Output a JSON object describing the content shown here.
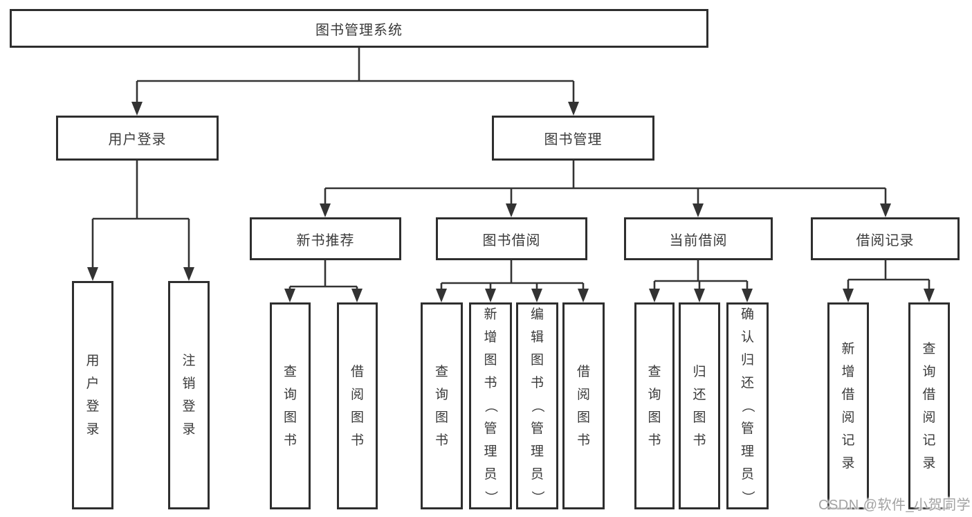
{
  "diagram": {
    "type": "hierarchy-tree",
    "title": "图书管理系统",
    "watermark": "CSDN @软件_小贺同学",
    "colors": {
      "line": "#333333",
      "box_border": "#2e2e2e",
      "text": "#3a3a3a",
      "background": "#ffffff",
      "watermark_text": "#a2a2a2"
    },
    "tree": {
      "label": "图书管理系统",
      "children": [
        {
          "label": "用户登录",
          "children": [
            {
              "label": "用户登录"
            },
            {
              "label": "注销登录"
            }
          ]
        },
        {
          "label": "图书管理",
          "children": [
            {
              "label": "新书推荐",
              "children": [
                {
                  "label": "查询图书"
                },
                {
                  "label": "借阅图书"
                }
              ]
            },
            {
              "label": "图书借阅",
              "children": [
                {
                  "label": "查询图书"
                },
                {
                  "label": "新增图书（管理员）"
                },
                {
                  "label": "编辑图书（管理员）"
                },
                {
                  "label": "借阅图书"
                }
              ]
            },
            {
              "label": "当前借阅",
              "children": [
                {
                  "label": "查询图书"
                },
                {
                  "label": "归还图书"
                },
                {
                  "label": "确认归还（管理员）"
                }
              ]
            },
            {
              "label": "借阅记录",
              "children": [
                {
                  "label": "新增借阅记录"
                },
                {
                  "label": "查询借阅记录"
                }
              ]
            }
          ]
        }
      ]
    }
  }
}
